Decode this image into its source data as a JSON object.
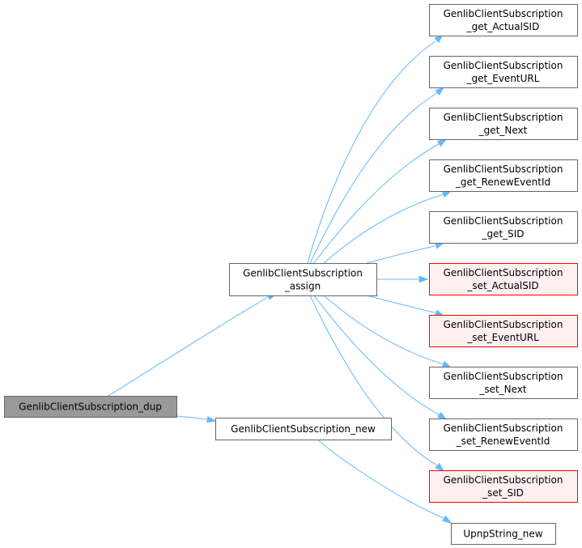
{
  "colors": {
    "edge": "#63b8ff",
    "root_fill": "#999999",
    "root_stroke": "#666666",
    "default_fill": "#ffffff",
    "default_stroke": "#666666",
    "highlight_fill": "#fff0f0",
    "highlight_stroke": "#ff0000"
  },
  "nodes": {
    "dup": {
      "lines": [
        "GenlibClientSubscription_dup"
      ],
      "style": "root"
    },
    "assign": {
      "lines": [
        "GenlibClientSubscription",
        "_assign"
      ],
      "style": "default"
    },
    "new": {
      "lines": [
        "GenlibClientSubscription_new"
      ],
      "style": "default"
    },
    "get_actualsid": {
      "lines": [
        "GenlibClientSubscription",
        "_get_ActualSID"
      ],
      "style": "default"
    },
    "get_eventurl": {
      "lines": [
        "GenlibClientSubscription",
        "_get_EventURL"
      ],
      "style": "default"
    },
    "get_next": {
      "lines": [
        "GenlibClientSubscription",
        "_get_Next"
      ],
      "style": "default"
    },
    "get_reneweventid": {
      "lines": [
        "GenlibClientSubscription",
        "_get_RenewEventId"
      ],
      "style": "default"
    },
    "get_sid": {
      "lines": [
        "GenlibClientSubscription",
        "_get_SID"
      ],
      "style": "default"
    },
    "set_actualsid": {
      "lines": [
        "GenlibClientSubscription",
        "_set_ActualSID"
      ],
      "style": "highlight"
    },
    "set_eventurl": {
      "lines": [
        "GenlibClientSubscription",
        "_set_EventURL"
      ],
      "style": "highlight"
    },
    "set_next": {
      "lines": [
        "GenlibClientSubscription",
        "_set_Next"
      ],
      "style": "default"
    },
    "set_reneweventid": {
      "lines": [
        "GenlibClientSubscription",
        "_set_RenewEventId"
      ],
      "style": "default"
    },
    "set_sid": {
      "lines": [
        "GenlibClientSubscription",
        "_set_SID"
      ],
      "style": "highlight"
    },
    "upnpstring_new": {
      "lines": [
        "UpnpString_new"
      ],
      "style": "default"
    }
  },
  "edges": [
    {
      "from": "dup",
      "to": "assign"
    },
    {
      "from": "dup",
      "to": "new"
    },
    {
      "from": "assign",
      "to": "get_actualsid"
    },
    {
      "from": "assign",
      "to": "get_eventurl"
    },
    {
      "from": "assign",
      "to": "get_next"
    },
    {
      "from": "assign",
      "to": "get_reneweventid"
    },
    {
      "from": "assign",
      "to": "get_sid"
    },
    {
      "from": "assign",
      "to": "set_actualsid"
    },
    {
      "from": "assign",
      "to": "set_eventurl"
    },
    {
      "from": "assign",
      "to": "set_next"
    },
    {
      "from": "assign",
      "to": "set_reneweventid"
    },
    {
      "from": "assign",
      "to": "set_sid"
    },
    {
      "from": "new",
      "to": "upnpstring_new"
    }
  ]
}
